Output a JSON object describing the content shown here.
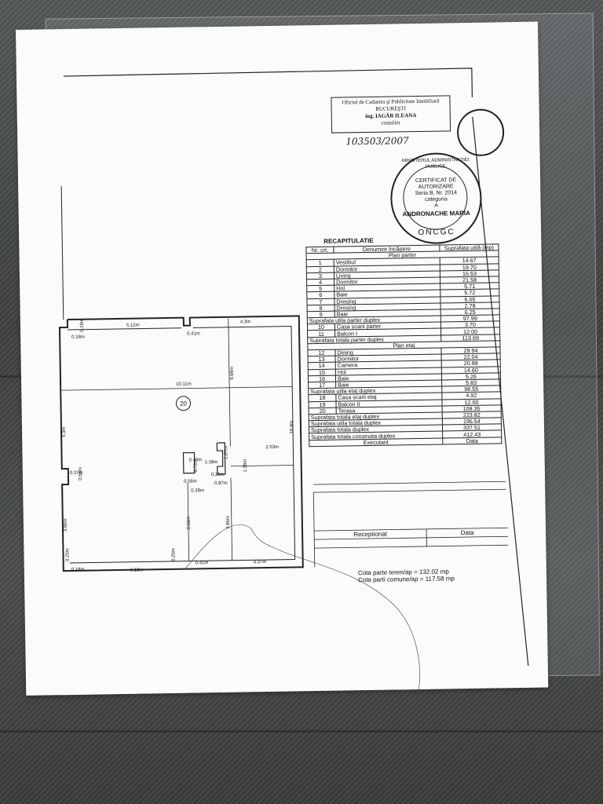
{
  "stamp_office": {
    "line1": "Oficiul de Cadastru şi Publicitate Imobiliară",
    "line2": "BUCUREŞTI",
    "line3": "ing. IAGĂR ILEANA",
    "line4": "consilier"
  },
  "handwritten_number": "103503/2007",
  "stamp_ministry": {
    "outer_text": "MINISTERUL ADMINISTRAȚIEI PUBLICE",
    "line1": "CERTIFICAT DE",
    "line2": "AUTORIZARE",
    "line3": "Seria B, Nr. 2014",
    "line4": "categoria",
    "line5": "A",
    "name": "ANDRONACHE MARIA",
    "bottom": "ONCGC"
  },
  "plan": {
    "room_number": "20",
    "dims": [
      "5.12m",
      "4.3m",
      "0.41m",
      "0.18m",
      "0.18m",
      "10.11m",
      "9.66m",
      "4.3m",
      "0.37m",
      "0.56m",
      "0.40m",
      "1.28m",
      "0.72m",
      "0.28m",
      "0.87m",
      "0.56m",
      "1.07m",
      "2.53m",
      "1.36m",
      "10.9m",
      "0.39m",
      "3.66m",
      "3.56m",
      "3.86m",
      "0.25m",
      "0.18m",
      "5.13m",
      "0.25m",
      "0.41m",
      "4.37m"
    ]
  },
  "recap": {
    "title": "RECAPITULATIE",
    "headers": [
      "Nr. crt.",
      "Denumire încăpere",
      "Suprafata utilă (mp)"
    ],
    "sections": [
      {
        "kind": "section",
        "label": "Plan parter"
      },
      {
        "kind": "row",
        "nr": "1",
        "name": "Vestibul",
        "value": "14.67"
      },
      {
        "kind": "row",
        "nr": "2",
        "name": "Dormitor",
        "value": "19.70"
      },
      {
        "kind": "row",
        "nr": "3",
        "name": "Living",
        "value": "16.53"
      },
      {
        "kind": "row",
        "nr": "4",
        "name": "Dormitor",
        "value": "21.58"
      },
      {
        "kind": "row",
        "nr": "5",
        "name": "Hol",
        "value": "5.71"
      },
      {
        "kind": "row",
        "nr": "6",
        "name": "Baie",
        "value": "5.72"
      },
      {
        "kind": "row",
        "nr": "7",
        "name": "Dresing",
        "value": "5.05"
      },
      {
        "kind": "row",
        "nr": "8",
        "name": "Dresing",
        "value": "2.78"
      },
      {
        "kind": "row",
        "nr": "9",
        "name": "Baie",
        "value": "6.25"
      },
      {
        "kind": "sum",
        "label": "Suprafata utila parter duplex",
        "value": "97.99"
      },
      {
        "kind": "row",
        "nr": "10",
        "name": "Casa scarii parter",
        "value": "3.70"
      },
      {
        "kind": "row",
        "nr": "11",
        "name": "Balcon I",
        "value": "12.00"
      },
      {
        "kind": "sum",
        "label": "Suprafata totala parter duplex",
        "value": "113.69"
      },
      {
        "kind": "section",
        "label": "Plan etaj"
      },
      {
        "kind": "row",
        "nr": "12",
        "name": "Dining",
        "value": "29.94"
      },
      {
        "kind": "row",
        "nr": "13",
        "name": "Dormitor",
        "value": "22.04"
      },
      {
        "kind": "row",
        "nr": "14",
        "name": "Camera",
        "value": "20.88"
      },
      {
        "kind": "row",
        "nr": "15",
        "name": "Hol",
        "value": "14.60"
      },
      {
        "kind": "row",
        "nr": "16",
        "name": "Baie",
        "value": "5.26"
      },
      {
        "kind": "row",
        "nr": "17",
        "name": "Baie",
        "value": "5.83"
      },
      {
        "kind": "sum",
        "label": "Suprafata utila etaj duplex",
        "value": "98.55"
      },
      {
        "kind": "row",
        "nr": "18",
        "name": "Casa scarii etaj",
        "value": "4.92"
      },
      {
        "kind": "row",
        "nr": "19",
        "name": "Balcon II",
        "value": "12.00"
      },
      {
        "kind": "row",
        "nr": "20",
        "name": "Terasa",
        "value": "108.35"
      },
      {
        "kind": "sum",
        "label": "Suprafata totala etaj duplex",
        "value": "223.82"
      },
      {
        "kind": "sum",
        "label": "Suprafata utila totala duplex",
        "value": "196.54"
      },
      {
        "kind": "sum",
        "label": "Suprafata totala duplex",
        "value": "337.51"
      },
      {
        "kind": "sum",
        "label": "Suprafata totala construita duplex",
        "value": "412.43"
      },
      {
        "kind": "sig",
        "label": "Executant",
        "value": "Data"
      }
    ]
  },
  "receptionat": {
    "label": "Receptionat",
    "date": "Data"
  },
  "cota": {
    "line1": "Cota parte teren/ap = 132.02 mp",
    "line2": "Cota parti comune/ap = 117.58 mp"
  }
}
